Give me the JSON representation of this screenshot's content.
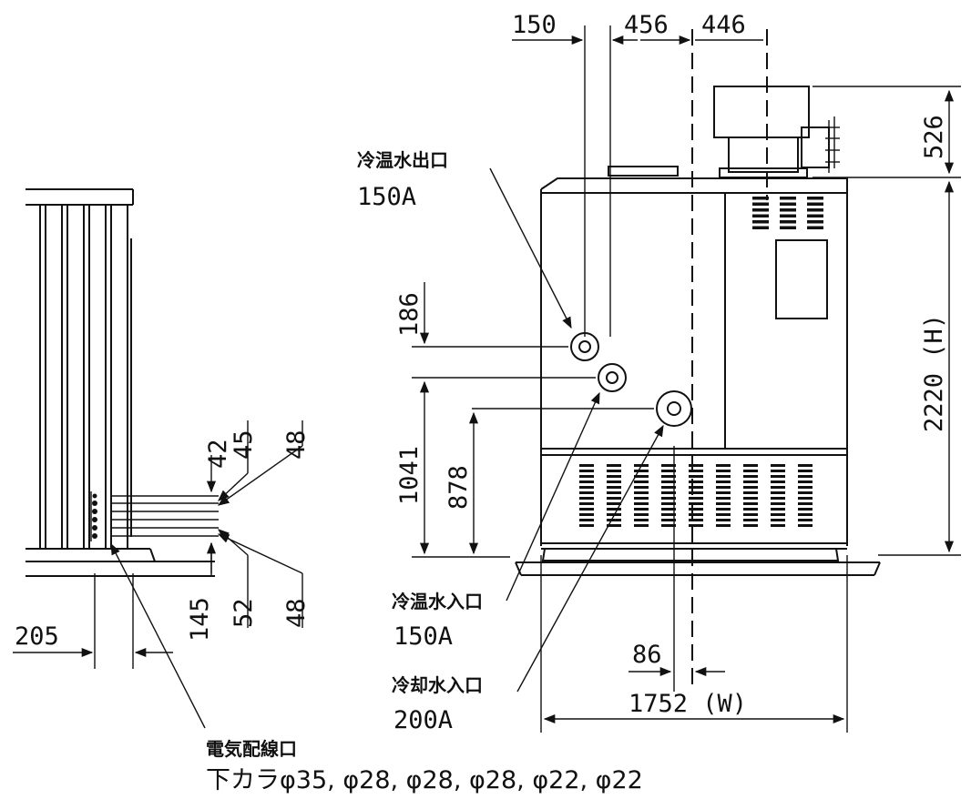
{
  "dimensions": {
    "top_150": "150",
    "top_456": "456",
    "top_446": "446",
    "right_526": "526",
    "right_2220": "2220 (H)",
    "left_186": "186",
    "left_1041": "1041",
    "left_878": "878",
    "bottom_86": "86",
    "bottom_1752": "1752 (W)",
    "side_42": "42",
    "side_45": "45",
    "side_48a": "48",
    "side_145": "145",
    "side_52": "52",
    "side_48b": "48",
    "side_205": "205"
  },
  "labels": {
    "chw_outlet_name": "冷温水出口",
    "chw_outlet_size": "150A",
    "chw_inlet_name": "冷温水入口",
    "chw_inlet_size": "150A",
    "cw_inlet_name": "冷却水入口",
    "cw_inlet_size": "200A",
    "wiring_name": "電気配線口",
    "wiring_sizes": "下カラφ35, φ28, φ28, φ28, φ22, φ22"
  }
}
